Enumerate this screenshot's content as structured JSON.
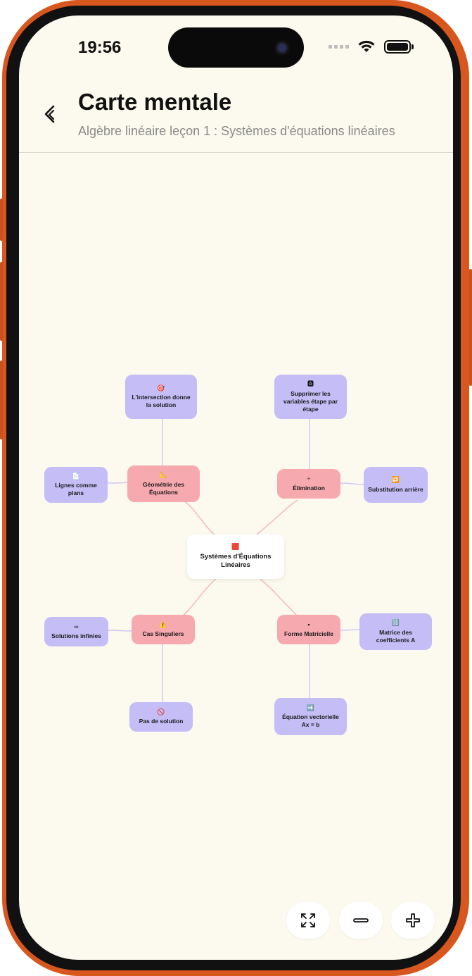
{
  "status_bar": {
    "time": "19:56"
  },
  "header": {
    "back_icon": "chevron-left-icon",
    "title": "Carte mentale",
    "subtitle": "Algèbre linéaire leçon 1 : Systèmes d'équations linéaires"
  },
  "mindmap": {
    "root": {
      "icon": "🟥",
      "label": "Systèmes d'Équations Linéaires"
    },
    "branches": [
      {
        "icon": "📐",
        "label": "Géométrie des Équations",
        "children": [
          {
            "icon": "🎯",
            "label": "L'intersection donne la solution"
          },
          {
            "icon": "📄",
            "label": "Lignes comme plans"
          }
        ]
      },
      {
        "icon": "÷",
        "label": "Élimination",
        "children": [
          {
            "icon": "🅰",
            "label": "Supprimer les variables étape par étape"
          },
          {
            "icon": "🔁",
            "label": "Substitution arrière"
          }
        ]
      },
      {
        "icon": "⚠️",
        "label": "Cas Singuliers",
        "children": [
          {
            "icon": "∞",
            "label": "Solutions infinies"
          },
          {
            "icon": "🚫",
            "label": "Pas de solution"
          }
        ]
      },
      {
        "icon": "▪",
        "label": "Forme Matricielle",
        "children": [
          {
            "icon": "🔢",
            "label": "Matrice des coefficients A"
          },
          {
            "icon": "➡️",
            "label": "Équation vectorielle Ax = b"
          }
        ]
      }
    ]
  },
  "controls": {
    "fit_icon": "expand-icon",
    "zoom_out_icon": "minus-icon",
    "zoom_in_icon": "plus-icon"
  }
}
